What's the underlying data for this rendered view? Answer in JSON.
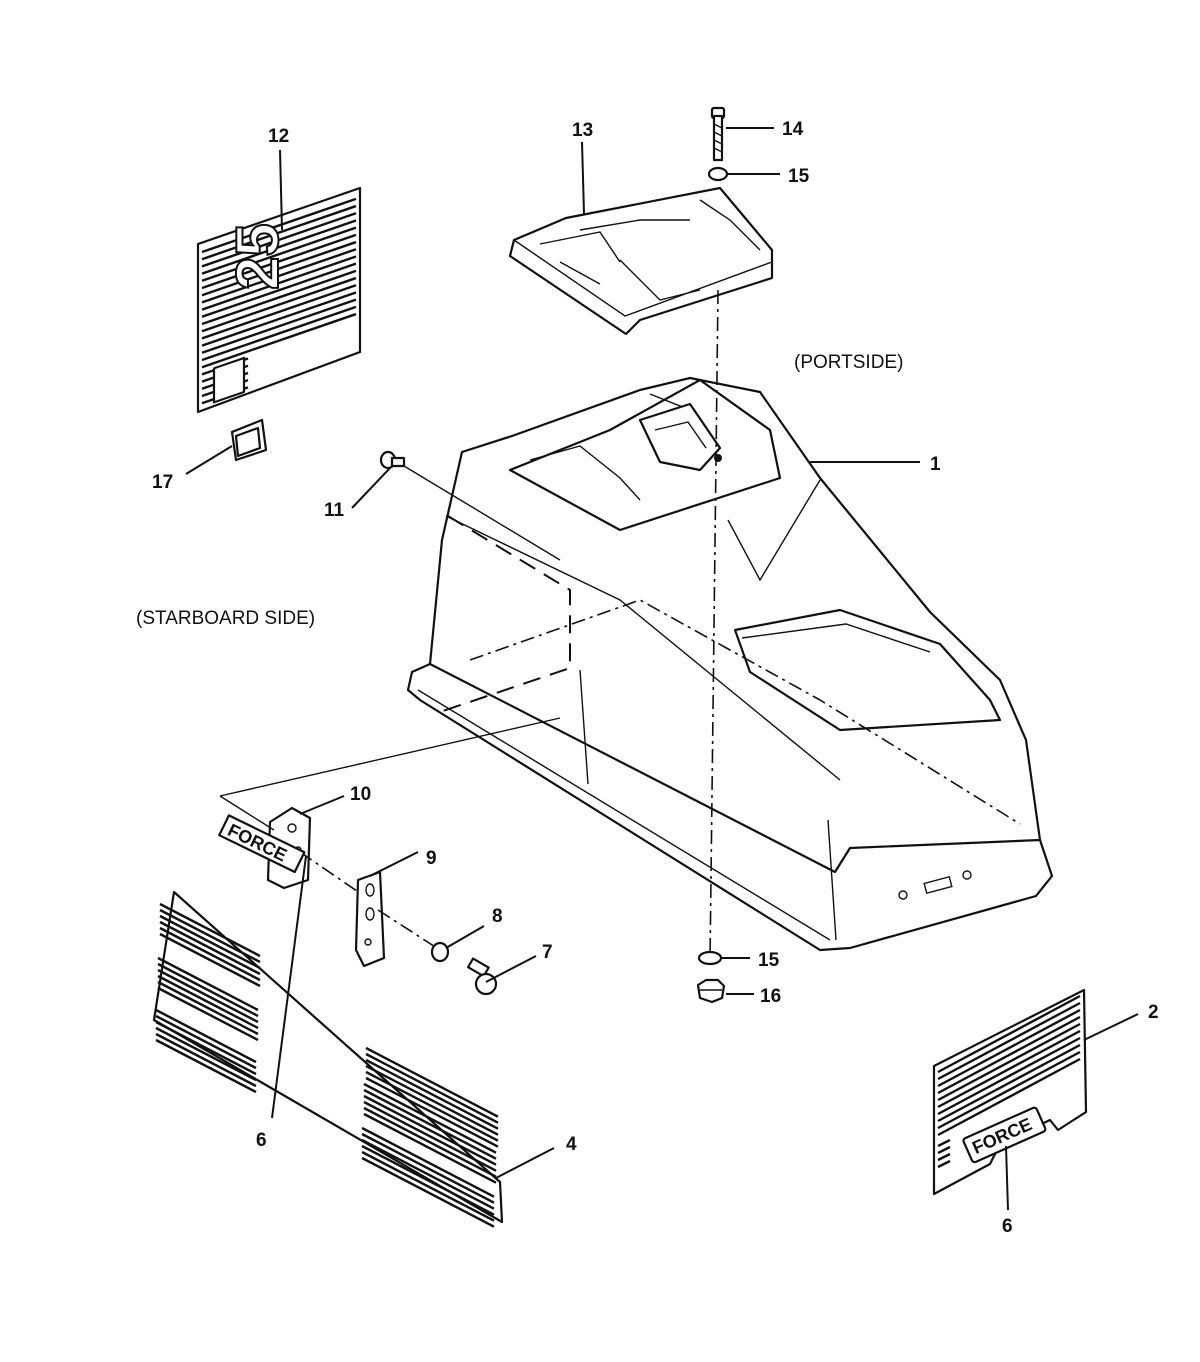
{
  "callouts": {
    "c1": "1",
    "c2": "2",
    "c4": "4",
    "c6a": "6",
    "c6b": "6",
    "c7": "7",
    "c8": "8",
    "c9": "9",
    "c10": "10",
    "c11": "11",
    "c12": "12",
    "c13": "13",
    "c14": "14",
    "c15a": "15",
    "c15b": "15",
    "c16": "16",
    "c17": "17"
  },
  "side_labels": {
    "portside": "(PORTSIDE)",
    "starboard": "(STARBOARD SIDE)"
  },
  "decal_text": {
    "force_small": "FORCE",
    "force_large": "FORCE",
    "model_number": "25"
  }
}
